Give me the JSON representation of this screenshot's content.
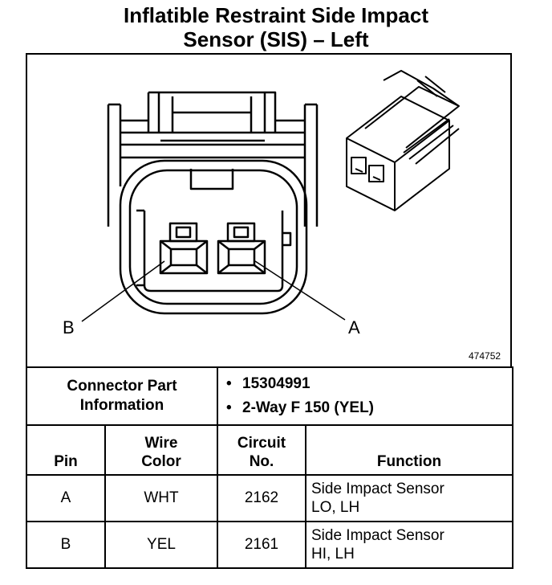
{
  "title": {
    "line1": "Inflatible Restraint Side Impact",
    "line2": "Sensor (SIS) – Left"
  },
  "figure": {
    "figure_number": "474752",
    "pin_labels": {
      "b": "B",
      "a": "A"
    }
  },
  "connector_info": {
    "label_line1": "Connector Part",
    "label_line2": "Information",
    "items": [
      "15304991",
      "2-Way F 150 (YEL)"
    ]
  },
  "columns": {
    "pin": "Pin",
    "wire_line1": "Wire",
    "wire_line2": "Color",
    "circuit_line1": "Circuit",
    "circuit_line2": "No.",
    "function": "Function"
  },
  "rows": [
    {
      "pin": "A",
      "wire": "WHT",
      "circuit": "2162",
      "function_line1": "Side Impact Sensor",
      "function_line2": "LO, LH"
    },
    {
      "pin": "B",
      "wire": "YEL",
      "circuit": "2161",
      "function_line1": "Side Impact Sensor",
      "function_line2": "HI, LH"
    }
  ]
}
